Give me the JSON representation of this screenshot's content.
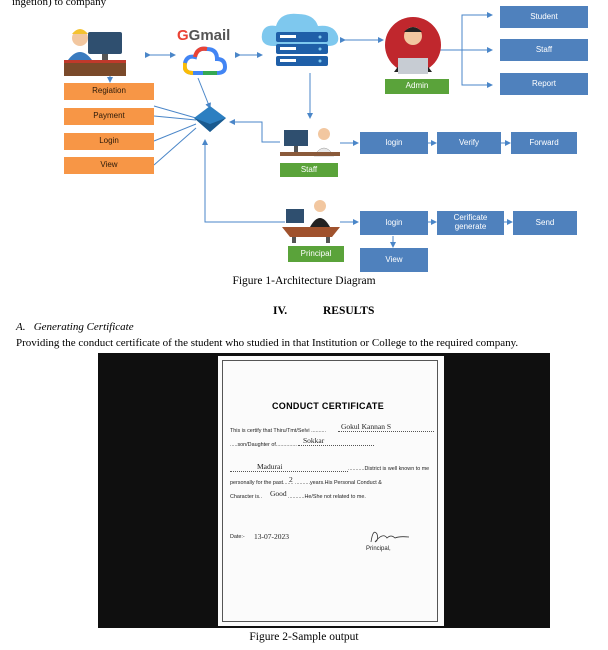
{
  "top_text": "ingetion) to company",
  "diagram": {
    "gmail_label": "Gmail",
    "left_boxes": [
      "Regiation",
      "Payment",
      "Login",
      "View"
    ],
    "admin_label": "Admin",
    "admin_boxes": [
      "Student",
      "Staff",
      "Report"
    ],
    "staff_label": "Staff",
    "staff_flow": [
      "login",
      "Verify",
      "Forward"
    ],
    "principal_label": "Principal",
    "principal_flow": [
      "login",
      "Cerificate generate",
      "Send"
    ],
    "principal_view": "View"
  },
  "figure1_caption": "Figure 1-Architecture Diagram",
  "section_number": "IV.",
  "section_title": "RESULTS",
  "subsection": "A.   Generating Certificate",
  "paragraph": "Providing the conduct certificate of the student who studied in that Institution or College  to the required company.",
  "certificate": {
    "title": "CONDUCT CERTIFICATE",
    "line1": "This is certify that Thiru/Tmt/Selvi ..........",
    "name": "Gokul Kannan S",
    "line2": ".....son/Daughter   of..............",
    "father": "Sokkar",
    "district": "Madurai",
    "line3_end": "...........District is well known to me",
    "line4_start": "personally for the past.......",
    "years": "2",
    "line4_end": "..........years.His Personal Conduct &",
    "line5_start": "Character is..",
    "character": "Good",
    "line5_end": "...........He/She not related to me.",
    "date_label": "Date:-",
    "date": "13-07-2023",
    "sign_label": "Principal,"
  },
  "figure2_caption": "Figure 2-Sample output"
}
